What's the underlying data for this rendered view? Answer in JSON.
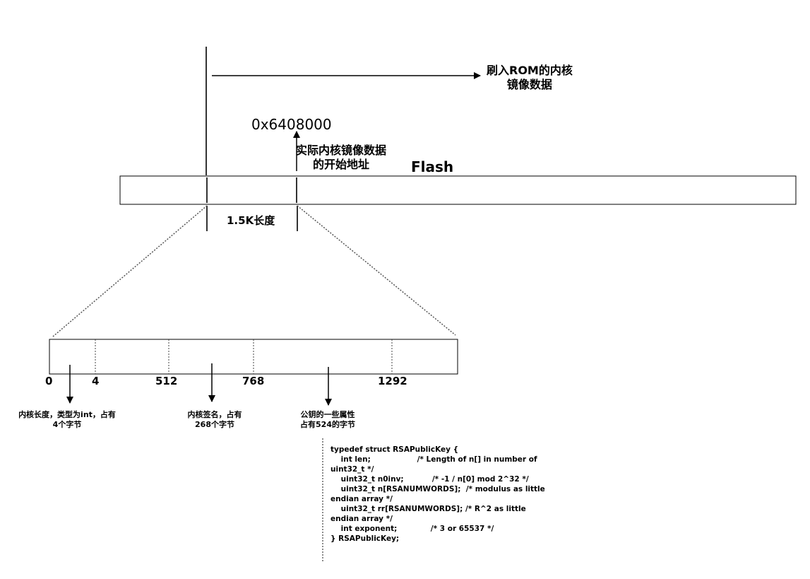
{
  "rom": {
    "line1": "刷入ROM的内核",
    "line2": "镜像数据"
  },
  "address": "0x6408000",
  "start": {
    "line1": "实际内核镜像数据",
    "line2": "的开始地址"
  },
  "flash_label": "Flash",
  "length_label": "1.5K长度",
  "offsets": {
    "o0": "0",
    "o4": "4",
    "o512": "512",
    "o768": "768",
    "o1292": "1292"
  },
  "notes": {
    "n1": {
      "line1": "内核长度，类型为int，占有",
      "line2": "4个字节"
    },
    "n2": {
      "line1": "内核签名，占有",
      "line2": "268个字节"
    },
    "n3": {
      "line1": "公钥的一些属性",
      "line2": "占有524的字节"
    }
  },
  "code": [
    "typedef struct RSAPublicKey {",
    "    int len;                  /* Length of n[] in number of",
    "uint32_t */",
    "    uint32_t n0inv;           /* -1 / n[0] mod 2^32 */",
    "    uint32_t n[RSANUMWORDS];  /* modulus as little",
    "endian array */",
    "    uint32_t rr[RSANUMWORDS]; /* R^2 as little",
    "endian array */",
    "    int exponent;             /* 3 or 65537 */",
    "} RSAPublicKey;"
  ]
}
